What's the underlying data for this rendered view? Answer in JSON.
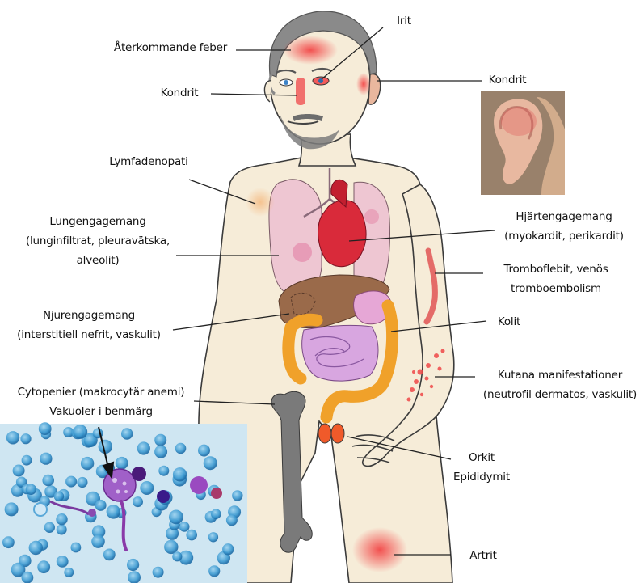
{
  "labels": {
    "fever": "Återkommande feber",
    "iritis": "Irit",
    "chondritis_nose": "Kondrit",
    "chondritis_ear": "Kondrit",
    "lymph": "Lymfadenopati",
    "lung": [
      "Lungengagemang",
      "(lunginfiltrat, pleuravätska,",
      "alveolit)"
    ],
    "heart": [
      "Hjärtengagemang",
      "(myokardit, perikardit)"
    ],
    "thrombo": [
      "Tromboflebit, venös",
      "tromboembolism"
    ],
    "kidney": [
      "Njurengagemang",
      "(interstitiell nefrit, vaskulit)"
    ],
    "colitis": "Kolit",
    "skin": [
      "Kutana manifestationer",
      "(neutrofil dermatos, vaskulit)"
    ],
    "cyto": [
      "Cytopenier (makrocytär anemi)",
      "Vakuoler i benmärg"
    ],
    "orchitis": [
      "Orkit",
      "Epididymit"
    ],
    "arthritis": "Artrit"
  },
  "colors": {
    "skin": "#f6ecd8",
    "outline": "#3b3b3b",
    "hair": "#8a8a8a",
    "lung": "#eec6d2",
    "heart": "#d92a3a",
    "liver": "#9a6a4a",
    "colon": "#f0a12a",
    "small_intestine": "#d8a6e0",
    "inflammation": "#f05a5a",
    "bone": "#7a7a7a",
    "marrow_bg": "#cfe6f2",
    "rbc": "#3d9ad1",
    "nucleus": "#7a2d8f"
  }
}
